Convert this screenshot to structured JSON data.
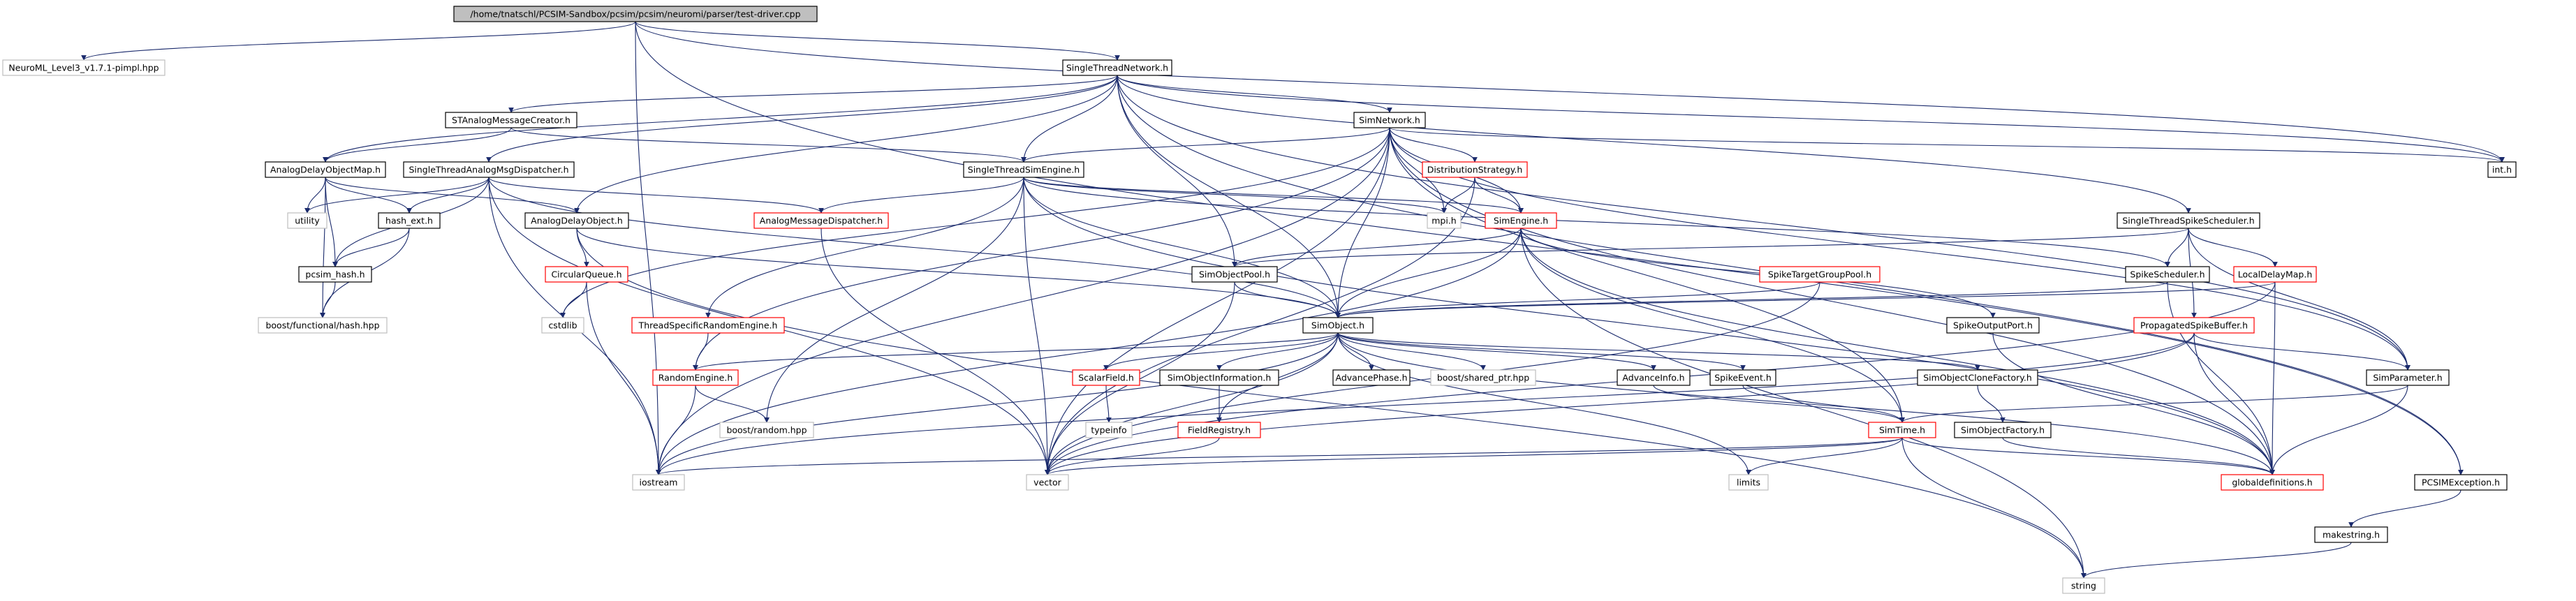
{
  "colors": {
    "edge": "#1a2a6c",
    "root_fill": "#bfbfbf",
    "black_border": "#000000",
    "red_border": "#ff0000",
    "light_border": "#bfbfbf",
    "node_fill": "#ffffff"
  },
  "nodes": [
    {
      "id": "root",
      "label": "/home/tnatschl/PCSIM-Sandbox/pcsim/pcsim/neuromi/parser/test-driver.cpp",
      "style": "root"
    },
    {
      "id": "neuroml",
      "label": "NeuroML_Level3_v1.7.1-pimpl.hpp",
      "style": "light"
    },
    {
      "id": "stn",
      "label": "SingleThreadNetwork.h",
      "style": "black"
    },
    {
      "id": "inth",
      "label": "int.h",
      "style": "black"
    },
    {
      "id": "stamc",
      "label": "STAnalogMessageCreator.h",
      "style": "black"
    },
    {
      "id": "simnet",
      "label": "SimNetwork.h",
      "style": "black"
    },
    {
      "id": "adom",
      "label": "AnalogDelayObjectMap.h",
      "style": "black"
    },
    {
      "id": "stamd",
      "label": "SingleThreadAnalogMsgDispatcher.h",
      "style": "black"
    },
    {
      "id": "stse",
      "label": "SingleThreadSimEngine.h",
      "style": "black"
    },
    {
      "id": "diststrat",
      "label": "DistributionStrategy.h",
      "style": "red"
    },
    {
      "id": "stss",
      "label": "SingleThreadSpikeScheduler.h",
      "style": "black"
    },
    {
      "id": "utility",
      "label": "utility",
      "style": "light"
    },
    {
      "id": "hashext",
      "label": "hash_ext.h",
      "style": "black"
    },
    {
      "id": "ado",
      "label": "AnalogDelayObject.h",
      "style": "black"
    },
    {
      "id": "amd",
      "label": "AnalogMessageDispatcher.h",
      "style": "red"
    },
    {
      "id": "mpih",
      "label": "mpi.h",
      "style": "light"
    },
    {
      "id": "simengine",
      "label": "SimEngine.h",
      "style": "red"
    },
    {
      "id": "spikesched",
      "label": "SpikeScheduler.h",
      "style": "black"
    },
    {
      "id": "localdelay",
      "label": "LocalDelayMap.h",
      "style": "red"
    },
    {
      "id": "pcsimhash",
      "label": "pcsim_hash.h",
      "style": "black"
    },
    {
      "id": "circq",
      "label": "CircularQueue.h",
      "style": "red"
    },
    {
      "id": "simobjpool",
      "label": "SimObjectPool.h",
      "style": "black"
    },
    {
      "id": "spiketgp",
      "label": "SpikeTargetGroupPool.h",
      "style": "red"
    },
    {
      "id": "boosthash",
      "label": "boost/functional/hash.hpp",
      "style": "light"
    },
    {
      "id": "cstdlib",
      "label": "cstdlib",
      "style": "light"
    },
    {
      "id": "tsre",
      "label": "ThreadSpecificRandomEngine.h",
      "style": "red"
    },
    {
      "id": "simobject",
      "label": "SimObject.h",
      "style": "black"
    },
    {
      "id": "spikeoutport",
      "label": "SpikeOutputPort.h",
      "style": "black"
    },
    {
      "id": "propsb",
      "label": "PropagatedSpikeBuffer.h",
      "style": "red"
    },
    {
      "id": "randeng",
      "label": "RandomEngine.h",
      "style": "red"
    },
    {
      "id": "scalarfield",
      "label": "ScalarField.h",
      "style": "red"
    },
    {
      "id": "simobjinfo",
      "label": "SimObjectInformation.h",
      "style": "black"
    },
    {
      "id": "advphase",
      "label": "AdvancePhase.h",
      "style": "black"
    },
    {
      "id": "sharedptr",
      "label": "boost/shared_ptr.hpp",
      "style": "light"
    },
    {
      "id": "advinfo",
      "label": "AdvanceInfo.h",
      "style": "black"
    },
    {
      "id": "spikeevent",
      "label": "SpikeEvent.h",
      "style": "black"
    },
    {
      "id": "socf",
      "label": "SimObjectCloneFactory.h",
      "style": "black"
    },
    {
      "id": "simparam",
      "label": "SimParameter.h",
      "style": "black"
    },
    {
      "id": "boostrandom",
      "label": "boost/random.hpp",
      "style": "light"
    },
    {
      "id": "typeinfo",
      "label": "typeinfo",
      "style": "light"
    },
    {
      "id": "fieldreg",
      "label": "FieldRegistry.h",
      "style": "red"
    },
    {
      "id": "simtime",
      "label": "SimTime.h",
      "style": "red"
    },
    {
      "id": "sof",
      "label": "SimObjectFactory.h",
      "style": "black"
    },
    {
      "id": "iostream",
      "label": "iostream",
      "style": "light"
    },
    {
      "id": "vector",
      "label": "vector",
      "style": "light"
    },
    {
      "id": "limits",
      "label": "limits",
      "style": "light"
    },
    {
      "id": "globaldefs",
      "label": "globaldefinitions.h",
      "style": "red"
    },
    {
      "id": "pcsimexc",
      "label": "PCSIMException.h",
      "style": "black"
    },
    {
      "id": "makestring",
      "label": "makestring.h",
      "style": "black"
    },
    {
      "id": "string",
      "label": "string",
      "style": "light"
    }
  ]
}
